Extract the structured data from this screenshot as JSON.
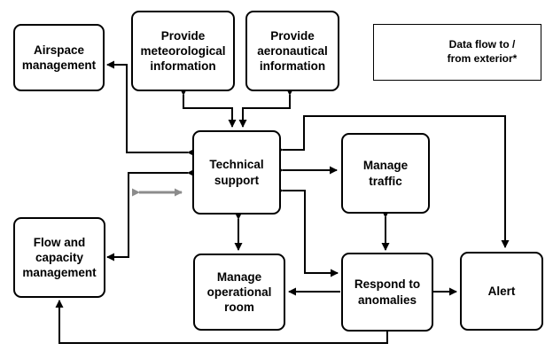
{
  "boxes": {
    "airspace": "Airspace\nmanagement",
    "meteo": "Provide\nmeteorological\ninformation",
    "aero": "Provide\naeronautical\ninformation",
    "tech": "Technical\nsupport",
    "traffic": "Manage\ntraffic",
    "flow": "Flow and\ncapacity\nmanagement",
    "room": "Manage\noperational\nroom",
    "anomalies": "Respond to\nanomalies",
    "alert": "Alert"
  },
  "legend": {
    "label": "Data flow to /\nfrom exterior*"
  },
  "colors": {
    "line": "#000000",
    "exterior_arrow": "#8c8c8c"
  }
}
